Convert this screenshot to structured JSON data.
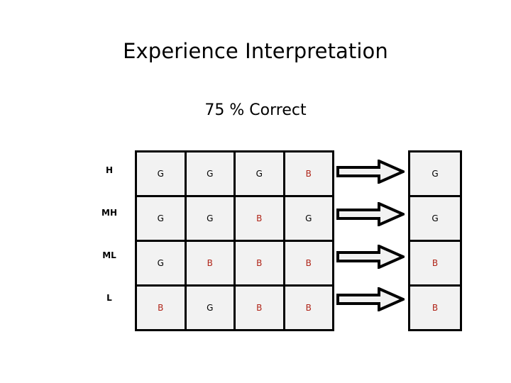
{
  "slide": {
    "title": "Experience Interpretation",
    "subtitle": "75 % Correct",
    "background_color": "#FFFFFF"
  },
  "legend": {
    "good_symbol": "G",
    "bad_symbol": "B",
    "good_color": "#000000",
    "bad_color": "#B02418",
    "cell_fill": "#F2F2F2",
    "border_color": "#000000"
  },
  "matrix": {
    "row_labels": [
      "H",
      "MH",
      "ML",
      "L"
    ],
    "rows": [
      {
        "label": "H",
        "cells": [
          "G",
          "G",
          "G",
          "B"
        ],
        "result": "G",
        "arrow": "right-block-arrow"
      },
      {
        "label": "MH",
        "cells": [
          "G",
          "G",
          "B",
          "G"
        ],
        "result": "G",
        "arrow": "right-block-arrow"
      },
      {
        "label": "ML",
        "cells": [
          "G",
          "B",
          "B",
          "B"
        ],
        "result": "B",
        "arrow": "right-block-arrow"
      },
      {
        "label": "L",
        "cells": [
          "B",
          "G",
          "B",
          "B"
        ],
        "result": "B",
        "arrow": "right-block-arrow"
      }
    ]
  }
}
